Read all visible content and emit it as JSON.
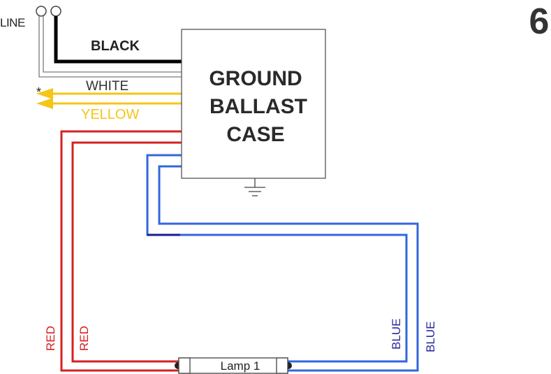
{
  "diagram_number": "6",
  "ballast": {
    "line1": "GROUND",
    "line2": "BALLAST",
    "line3": "CASE"
  },
  "wires": {
    "line": "LINE",
    "black": "BLACK",
    "white": "WHITE",
    "yellow": "YELLOW",
    "asterisk": "*",
    "red_outer": "RED",
    "red_inner": "RED",
    "blue_inner": "BLUE",
    "blue_outer": "BLUE"
  },
  "lamp": {
    "label": "Lamp 1"
  },
  "colors": {
    "black": "#000000",
    "white_wire": "#7a7a7a",
    "yellow": "#f5c518",
    "red": "#d62020",
    "blue": "#3366dd",
    "blue_text": "#2a2a9a",
    "box_stroke": "#555555"
  }
}
